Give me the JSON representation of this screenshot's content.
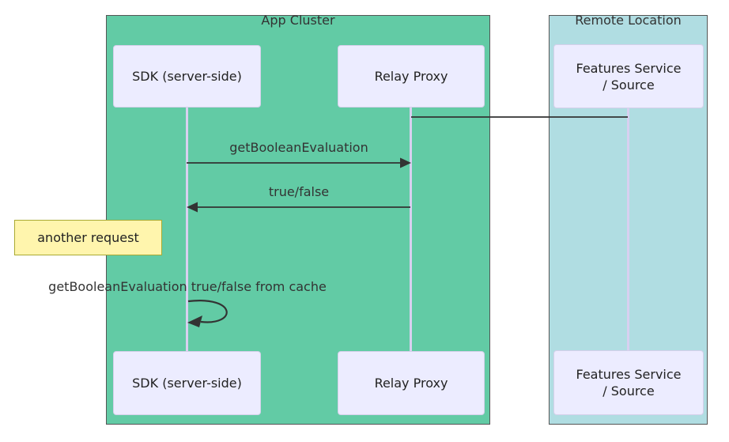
{
  "colors": {
    "cluster_green": "#62cba5",
    "cluster_teal": "#b0dde2",
    "cluster_border": "#555555",
    "actor_fill": "#ececff",
    "actor_border": "#d5d0ea",
    "lifeline": "#d8d0f0",
    "arrow": "#333333",
    "note_fill": "#fff5ad",
    "note_border": "#aaaa33",
    "text": "#333333"
  },
  "clusters": {
    "app": {
      "label": "App Cluster"
    },
    "remote": {
      "label": "Remote Location"
    }
  },
  "actors": {
    "sdk_top": "SDK (server-side)",
    "relay_top": "Relay Proxy",
    "features_top": "Features Service\n/ Source",
    "sdk_bottom": "SDK (server-side)",
    "relay_bottom": "Relay Proxy",
    "features_bottom": "Features Service\n/ Source"
  },
  "messages": {
    "get_boolean_evaluation": "getBooleanEvaluation",
    "true_false": "true/false",
    "from_cache": "getBooleanEvaluation true/false from cache"
  },
  "note": {
    "text": "another request"
  }
}
